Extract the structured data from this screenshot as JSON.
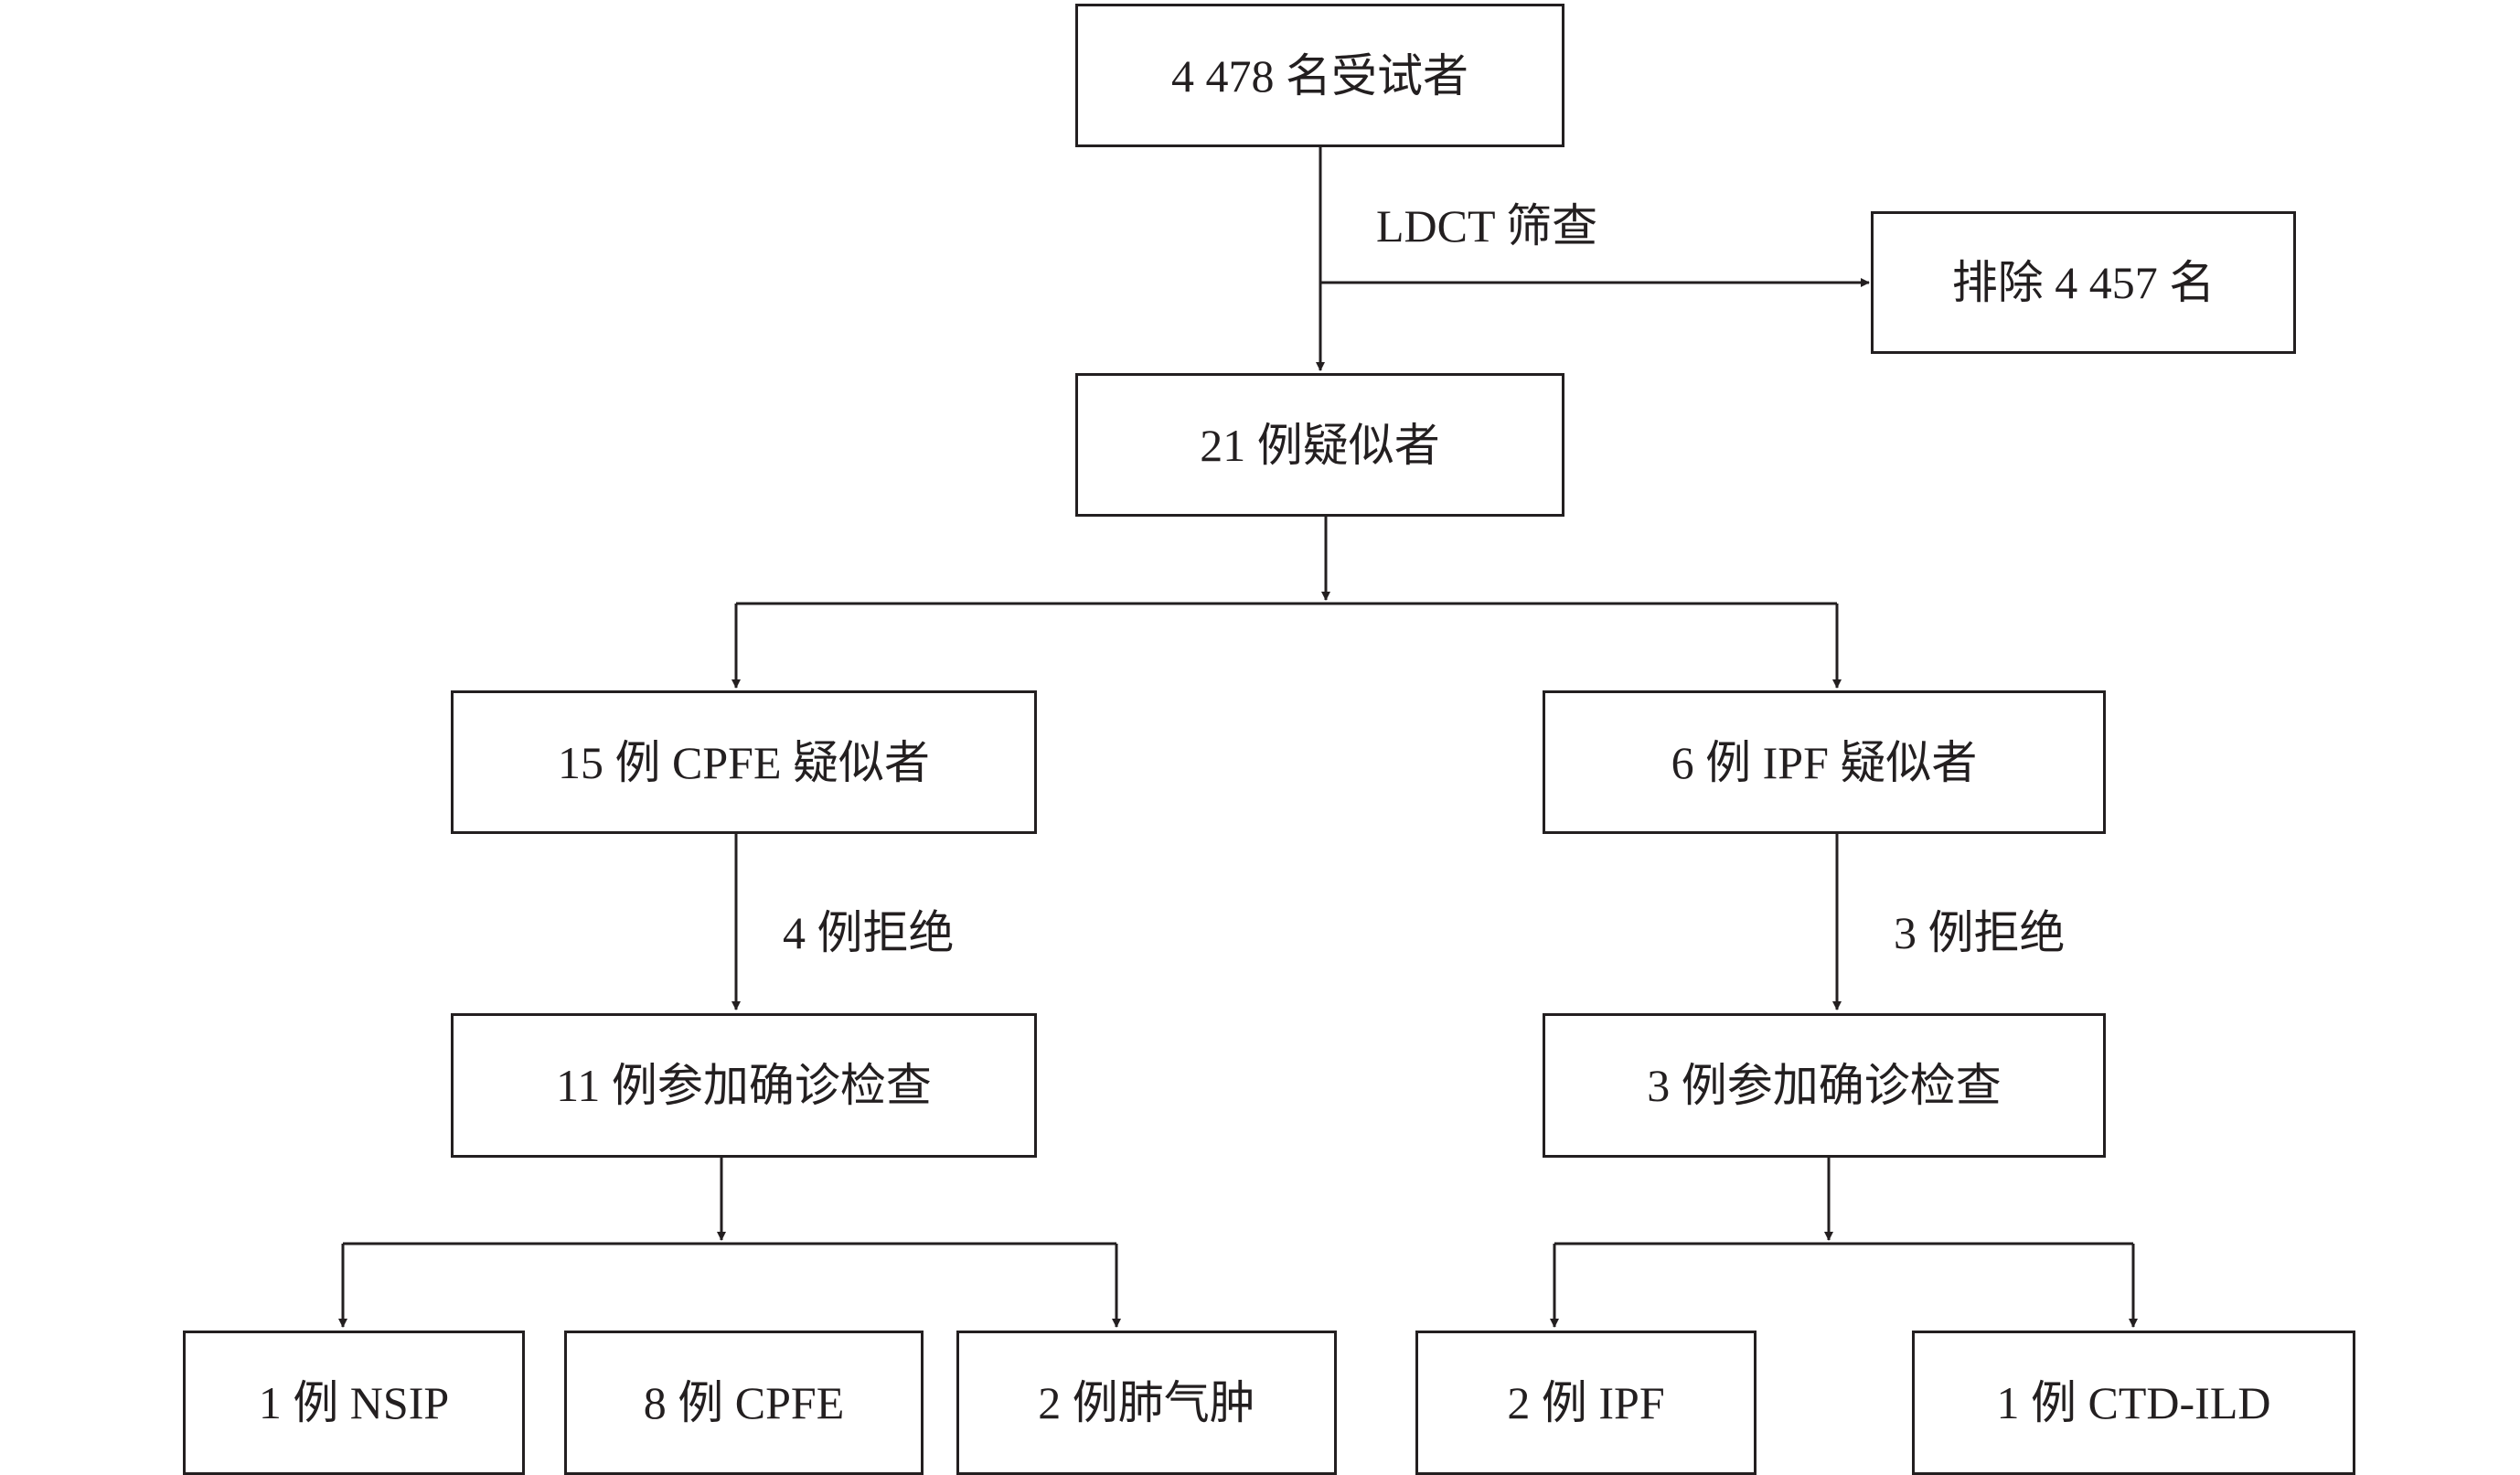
{
  "flow": {
    "total_subjects": "4 478 名受试者",
    "screening_label": "LDCT 筛查",
    "excluded": "排除 4 457 名",
    "suspected": "21 例疑似者",
    "cpfe_branch": {
      "suspected": "15 例 CPFE 疑似者",
      "declined": "4 例拒绝",
      "confirmed_exam": "11 例参加确诊检查",
      "outcomes": [
        "1 例 NSIP",
        "8 例 CPFE",
        "2 例肺气肿"
      ]
    },
    "ipf_branch": {
      "suspected": "6 例 IPF 疑似者",
      "declined": "3 例拒绝",
      "confirmed_exam": "3 例参加确诊检查",
      "outcomes": [
        "2 例 IPF",
        "1 例 CTD-ILD"
      ]
    }
  },
  "colors": {
    "line": "#231f20",
    "box_fill": "#ffffff"
  }
}
